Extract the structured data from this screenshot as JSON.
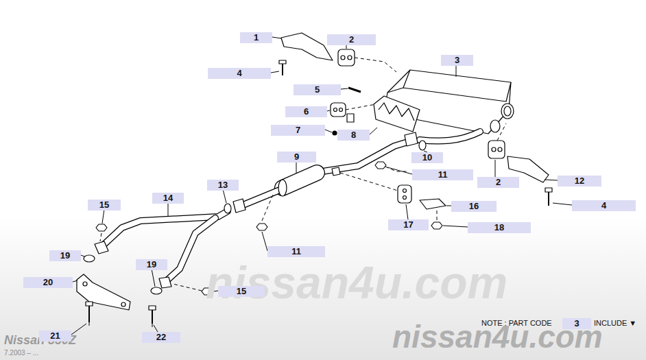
{
  "diagram": {
    "nodes": [
      {
        "text": [
          "1"
        ]
      },
      {
        "text": [
          "2"
        ]
      },
      {
        "text": [
          "4"
        ]
      },
      {
        "text": [
          "3"
        ]
      },
      {
        "text": [
          "5"
        ]
      },
      {
        "text": [
          "6"
        ]
      },
      {
        "text": [
          "7"
        ]
      },
      {
        "text": [
          "8"
        ]
      },
      {
        "text": [
          "9"
        ]
      },
      {
        "text": [
          "10"
        ]
      },
      {
        "text": [
          "11"
        ]
      },
      {
        "text": [
          "2"
        ]
      },
      {
        "text": [
          "12"
        ]
      },
      {
        "text": [
          "13"
        ]
      },
      {
        "text": [
          "14"
        ]
      },
      {
        "text": [
          "15"
        ]
      },
      {
        "text": [
          "16"
        ]
      },
      {
        "text": [
          "4"
        ]
      },
      {
        "text": [
          "17"
        ]
      },
      {
        "text": [
          "18"
        ]
      },
      {
        "text": [
          "11"
        ]
      },
      {
        "text": [
          "19"
        ]
      },
      {
        "text": [
          "19"
        ]
      },
      {
        "text": [
          "20"
        ]
      },
      {
        "text": [
          "15"
        ]
      },
      {
        "text": [
          "21"
        ]
      },
      {
        "text": [
          "22"
        ]
      },
      {
        "text": [
          "3"
        ]
      }
    ],
    "labels": [
      "nissan4u.com",
      "NOTE ; PART CODE",
      "INCLUDE ▼",
      "Nissan 350Z",
      "7.2003 – ...",
      "nissan4u.com"
    ]
  }
}
